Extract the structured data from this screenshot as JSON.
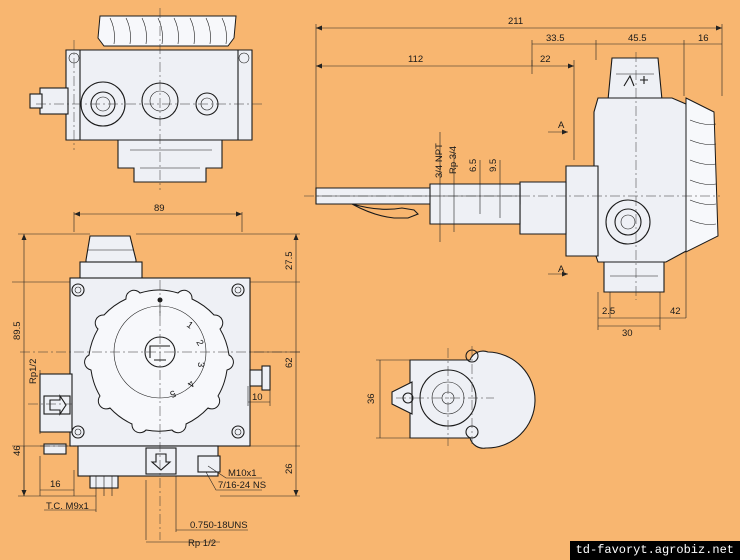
{
  "top_view": {},
  "front_view": {
    "dims": {
      "width_top": "89",
      "height_left": "89.5",
      "port_left": "Rp1/2",
      "bottom_left": "46",
      "left_small": "16",
      "thread_tc": "T.C. M9x1",
      "right_upper": "27.5",
      "right_mid": "62",
      "nozzle": "10",
      "right_lower": "26",
      "thread_m10": "M10x1",
      "thread_716": "7/16-24 NS",
      "thread_unf": "0.750-18UNS",
      "thread_rp": "Rp 1/2"
    },
    "dial_marks": [
      "1",
      "2",
      "3",
      "4",
      "5"
    ]
  },
  "side_view": {
    "dims": {
      "total": "211",
      "d335": "33.5",
      "d455": "45.5",
      "d16": "16",
      "d112": "112",
      "d22": "22",
      "npt": "3/4 NPT",
      "rp34": "Rp 3/4",
      "d65": "6.5",
      "d95": "9.5",
      "d25": "2.5",
      "d30": "30",
      "d42": "42",
      "section_a_top": "A",
      "section_a_bottom": "A"
    }
  },
  "flange_view": {
    "dims": {
      "d36": "36"
    }
  },
  "watermark": "td-favoryt.agrobiz.net"
}
